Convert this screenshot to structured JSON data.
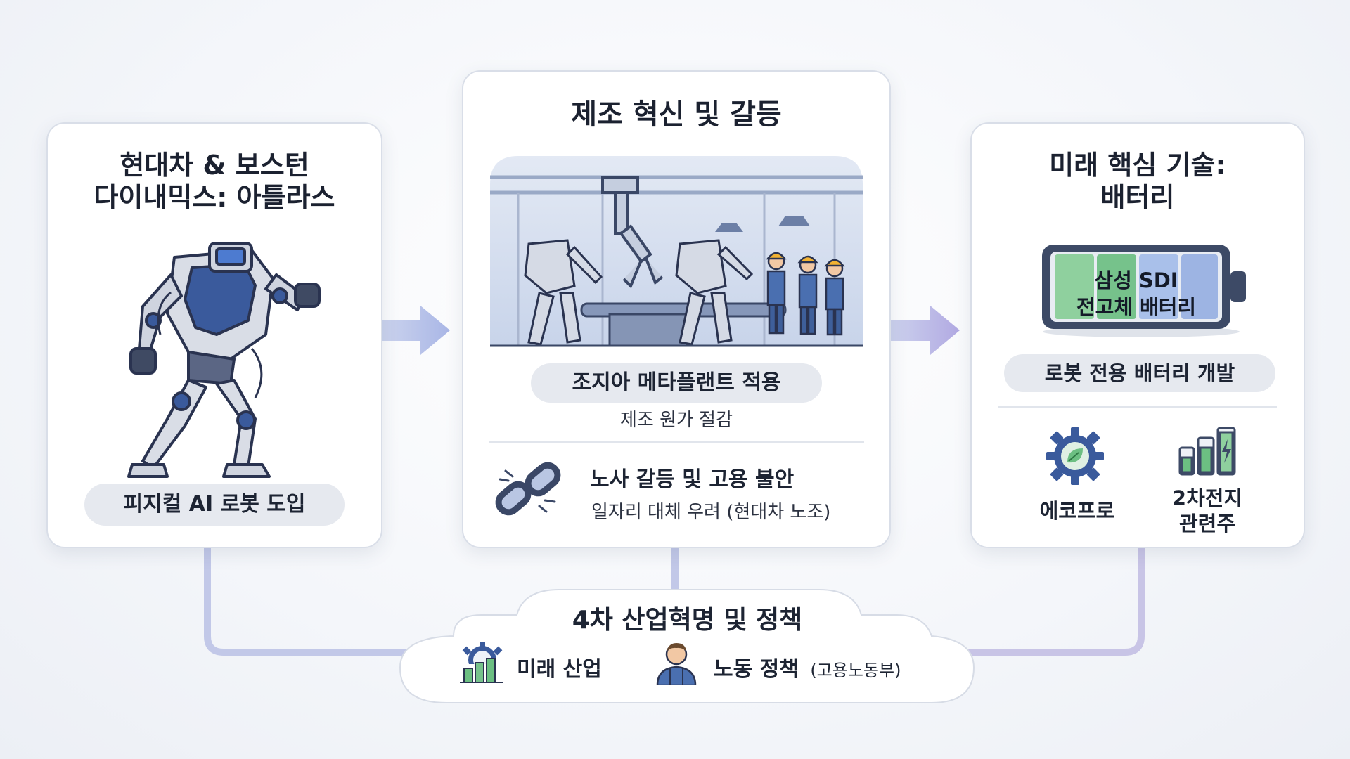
{
  "left_card": {
    "title_line1": "현대차 & 보스턴",
    "title_line2": "다이내믹스: 아틀라스",
    "pill": "피지컬 AI 로봇 도입"
  },
  "center_card": {
    "title": "제조 혁신 및 갈등",
    "pill": "조지아 메타플랜트 적용",
    "pill_sub": "제조 원가 절감",
    "conflict_title": "노사 갈등 및 고용 불안",
    "conflict_sub": "일자리 대체 우려 (현대차 노조)"
  },
  "right_card": {
    "title_line1": "미래 핵심 기술:",
    "title_line2": "배터리",
    "battery_line1": "삼성 SDI",
    "battery_line2": "전고체 배터리",
    "pill": "로봇 전용 배터리 개발",
    "item1": "에코프로",
    "item2_line1": "2차전지",
    "item2_line2": "관련주"
  },
  "bottom_cloud": {
    "title": "4차 산업혁명 및 정책",
    "item1": "미래 산업",
    "item2": "노동 정책",
    "item2_note": "(고용노동부)"
  },
  "colors": {
    "card_border": "#d9dee8",
    "pill_bg": "#e6e9ef",
    "robot_blue": "#3a5a9c",
    "battery_green": "#7cc48f",
    "battery_blue": "#9db4e3",
    "connector": "#c3c9e6"
  }
}
